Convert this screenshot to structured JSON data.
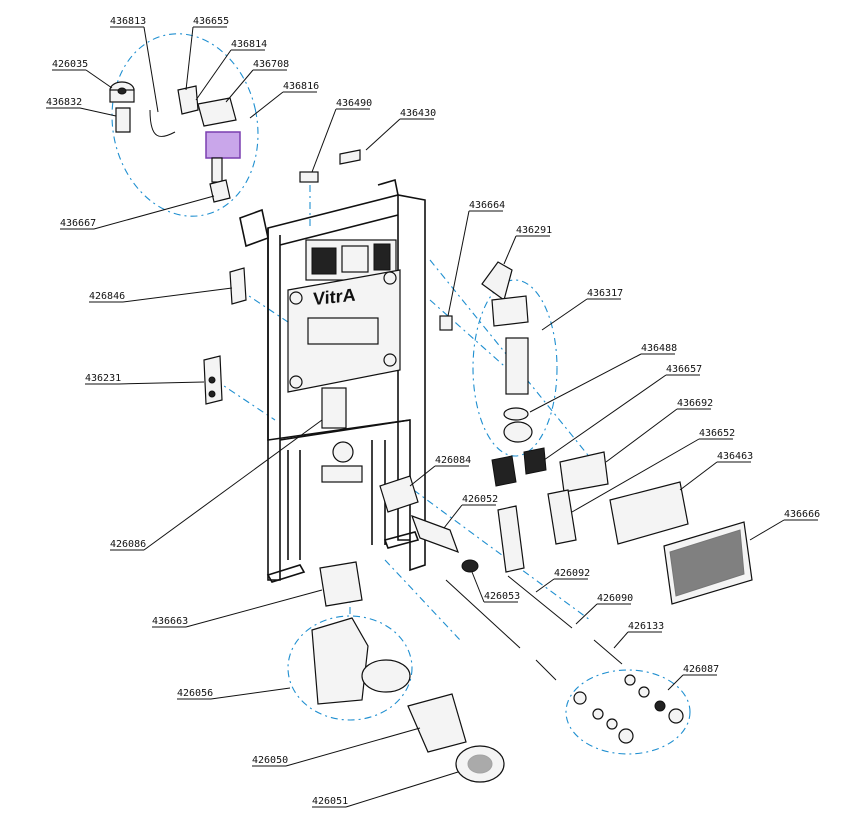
{
  "brand_mark": "VitrA",
  "part_labels": [
    "436813",
    "436655",
    "436814",
    "426035",
    "436708",
    "436832",
    "436816",
    "436490",
    "436430",
    "436667",
    "436664",
    "436291",
    "426846",
    "436317",
    "436488",
    "436231",
    "436657",
    "436692",
    "436652",
    "436463",
    "426084",
    "426052",
    "436666",
    "426086",
    "426092",
    "426053",
    "426090",
    "436663",
    "426133",
    "426087",
    "426056",
    "426050",
    "426051"
  ],
  "colors": {
    "leader_dash": "#1f8fd0",
    "highlight_part": "#9b59d0"
  }
}
